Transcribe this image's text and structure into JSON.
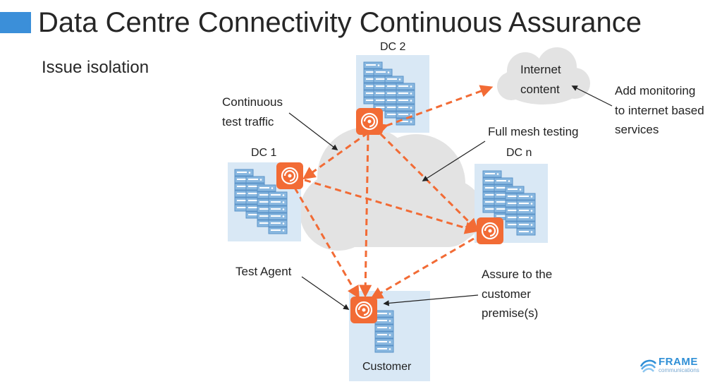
{
  "header": {
    "title": "Data Centre Connectivity Continuous Assurance",
    "subtitle": "Issue isolation"
  },
  "nodes": {
    "dc2": "DC 2",
    "dc1": "DC 1",
    "dcn": "DC n",
    "customer": "Customer",
    "internet_line1": "Internet",
    "internet_line2": "content"
  },
  "callouts": {
    "continuous_line1": "Continuous",
    "continuous_line2": "test traffic",
    "full_mesh": "Full mesh testing",
    "test_agent": "Test Agent",
    "monitoring_line1": "Add monitoring",
    "monitoring_line2": "to internet based",
    "monitoring_line3": "services",
    "assure_line1": "Assure to the",
    "assure_line2": "customer",
    "assure_line3": "premise(s)"
  },
  "logo": {
    "name": "FRAME",
    "sub": "communications"
  },
  "colors": {
    "accent": "#3b8fd9",
    "agent": "#f26b35",
    "dc_box": "#d9e8f5",
    "cloud": "#e3e3e3"
  }
}
